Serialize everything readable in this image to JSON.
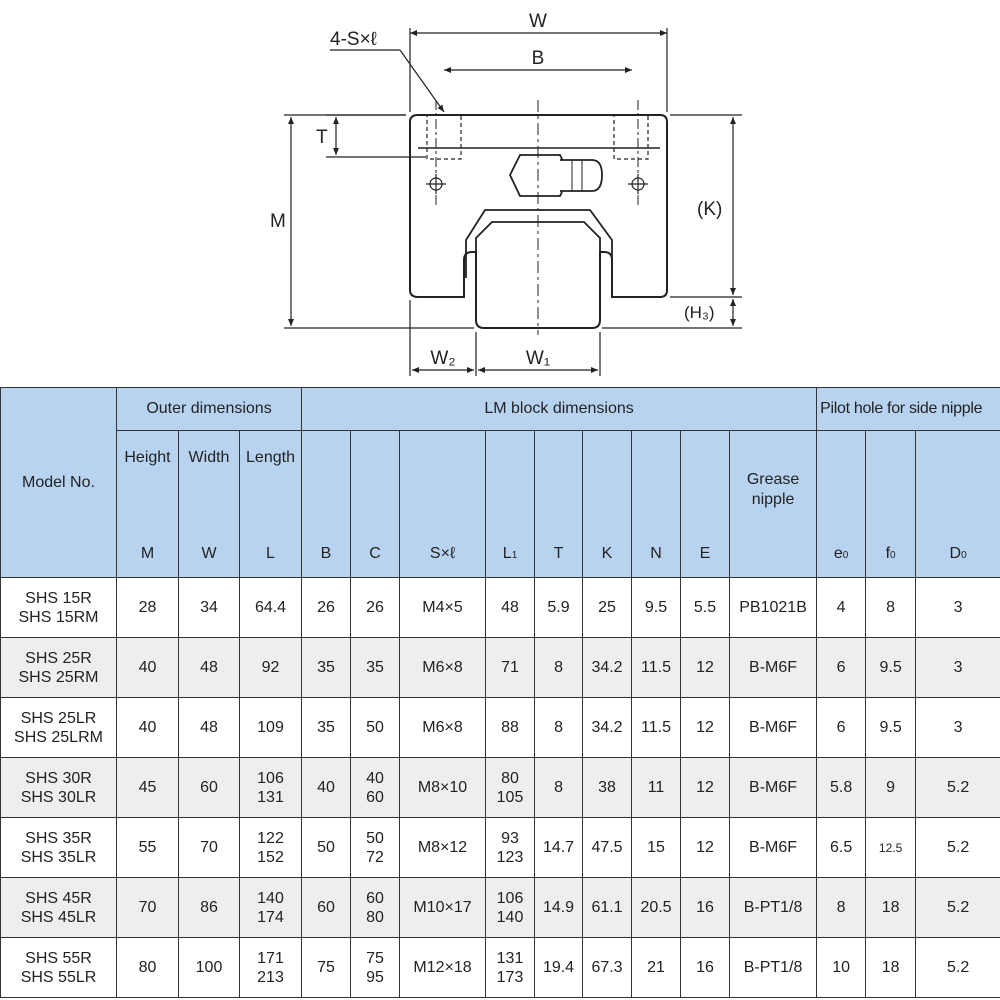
{
  "drawing": {
    "label_W": "W",
    "label_B": "B",
    "label_T": "T",
    "label_M": "M",
    "label_K": "(K)",
    "label_H3": "(H₃)",
    "label_W2": "W₂",
    "label_W1": "W₁",
    "label_hole": "4-S×ℓ"
  },
  "table": {
    "header": {
      "model": "Model No.",
      "outer": "Outer dimensions",
      "lm_block": "LM block dimensions",
      "pilot": "Pilot hole for side nipple",
      "height": "Height",
      "width": "Width",
      "length": "Length",
      "M": "M",
      "W": "W",
      "L": "L",
      "B": "B",
      "C": "C",
      "Sl": "S×ℓ",
      "L1_main": "L",
      "L1_sub": "1",
      "T": "T",
      "K": "K",
      "N": "N",
      "E": "E",
      "grease": "Grease nipple",
      "e0_main": "e",
      "e0_sub": "0",
      "f0_main": "f",
      "f0_sub": "0",
      "D0_main": "D",
      "D0_sub": "0"
    },
    "rows": [
      {
        "model1": "SHS 15R",
        "model2": "SHS 15RM",
        "M": "28",
        "W": "34",
        "L1v": "64.4",
        "L2v": "",
        "B": "26",
        "C1": "26",
        "C2": "",
        "S": "M4×5",
        "La": "48",
        "Lb": "",
        "T": "5.9",
        "K": "25",
        "N": "9.5",
        "E": "5.5",
        "grease": "PB1021B",
        "e0": "4",
        "f0": "8",
        "D0": "3"
      },
      {
        "model1": "SHS 25R",
        "model2": "SHS 25RM",
        "M": "40",
        "W": "48",
        "L1v": "92",
        "L2v": "",
        "B": "35",
        "C1": "35",
        "C2": "",
        "S": "M6×8",
        "La": "71",
        "Lb": "",
        "T": "8",
        "K": "34.2",
        "N": "11.5",
        "E": "12",
        "grease": "B-M6F",
        "e0": "6",
        "f0": "9.5",
        "D0": "3"
      },
      {
        "model1": "SHS 25LR",
        "model2": "SHS 25LRM",
        "M": "40",
        "W": "48",
        "L1v": "109",
        "L2v": "",
        "B": "35",
        "C1": "50",
        "C2": "",
        "S": "M6×8",
        "La": "88",
        "Lb": "",
        "T": "8",
        "K": "34.2",
        "N": "11.5",
        "E": "12",
        "grease": "B-M6F",
        "e0": "6",
        "f0": "9.5",
        "D0": "3"
      },
      {
        "model1": "SHS 30R",
        "model2": "SHS 30LR",
        "M": "45",
        "W": "60",
        "L1v": "106",
        "L2v": "131",
        "B": "40",
        "C1": "40",
        "C2": "60",
        "S": "M8×10",
        "La": "80",
        "Lb": "105",
        "T": "8",
        "K": "38",
        "N": "11",
        "E": "12",
        "grease": "B-M6F",
        "e0": "5.8",
        "f0": "9",
        "D0": "5.2"
      },
      {
        "model1": "SHS 35R",
        "model2": "SHS 35LR",
        "M": "55",
        "W": "70",
        "L1v": "122",
        "L2v": "152",
        "B": "50",
        "C1": "50",
        "C2": "72",
        "S": "M8×12",
        "La": "93",
        "Lb": "123",
        "T": "14.7",
        "K": "47.5",
        "N": "15",
        "E": "12",
        "grease": "B-M6F",
        "e0": "6.5",
        "f0": "12.5",
        "D0": "5.2"
      },
      {
        "model1": "SHS 45R",
        "model2": "SHS 45LR",
        "M": "70",
        "W": "86",
        "L1v": "140",
        "L2v": "174",
        "B": "60",
        "C1": "60",
        "C2": "80",
        "S": "M10×17",
        "La": "106",
        "Lb": "140",
        "T": "14.9",
        "K": "61.1",
        "N": "20.5",
        "E": "16",
        "grease": "B-PT1/8",
        "e0": "8",
        "f0": "18",
        "D0": "5.2"
      },
      {
        "model1": "SHS 55R",
        "model2": "SHS 55LR",
        "M": "80",
        "W": "100",
        "L1v": "171",
        "L2v": "213",
        "B": "75",
        "C1": "75",
        "C2": "95",
        "S": "M12×18",
        "La": "131",
        "Lb": "173",
        "T": "19.4",
        "K": "67.3",
        "N": "21",
        "E": "16",
        "grease": "B-PT1/8",
        "e0": "10",
        "f0": "18",
        "D0": "5.2"
      }
    ]
  }
}
